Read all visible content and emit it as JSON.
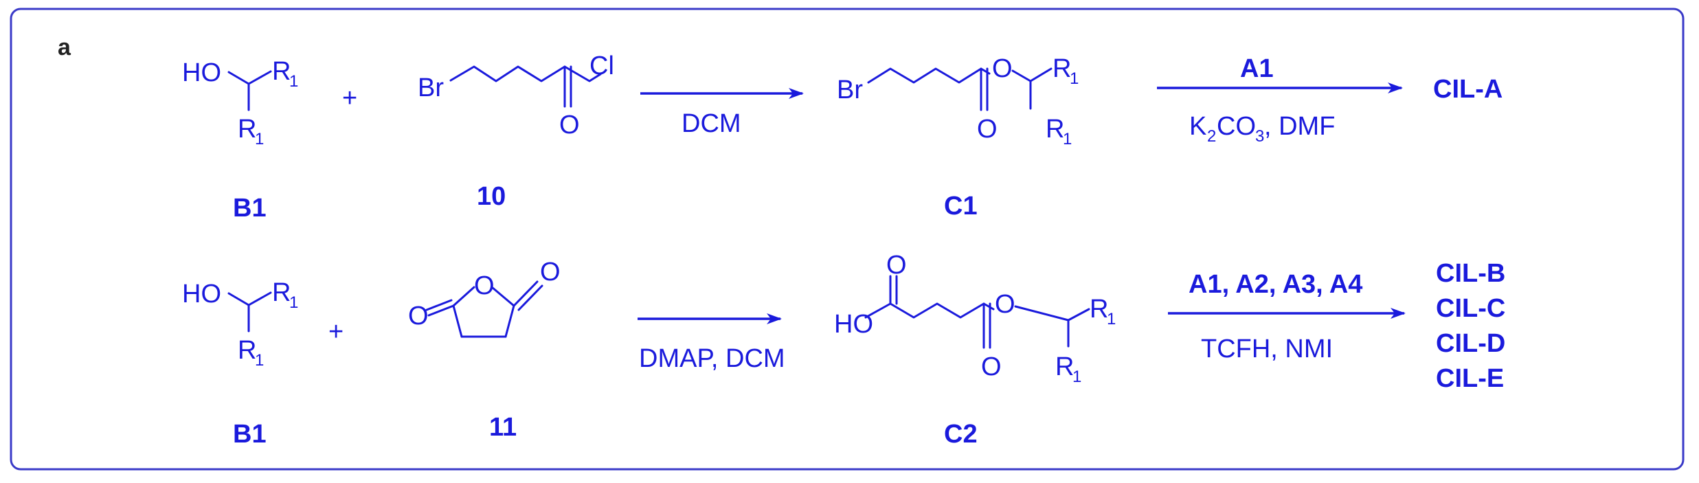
{
  "panel_label": "a",
  "r1": {
    "b1": {
      "ho": "HO",
      "r1a": "R",
      "r1b": "R",
      "sub": "1",
      "label": "B1"
    },
    "plus": "+",
    "c10": {
      "br": "Br",
      "cl": "Cl",
      "o": "O",
      "label": "10"
    },
    "arrow1": {
      "below": "DCM"
    },
    "c1": {
      "br": "Br",
      "o_ester": "O",
      "o_carbonyl": "O",
      "r1a": "R",
      "r1b": "R",
      "sub": "1",
      "label": "C1"
    },
    "arrow2": {
      "above": "A1",
      "below_k": "K",
      "below_k_sub": "2",
      "below_co": "CO",
      "below_co_sub": "3",
      "below_rest": ", DMF"
    },
    "product": "CIL-A"
  },
  "r2": {
    "b1": {
      "ho": "HO",
      "r1a": "R",
      "r1b": "R",
      "sub": "1",
      "label": "B1"
    },
    "plus": "+",
    "c11": {
      "o_ring": "O",
      "o_left": "O",
      "o_right": "O",
      "label": "11"
    },
    "arrow1": {
      "below": "DMAP, DCM"
    },
    "c2": {
      "ho": "HO",
      "o_top": "O",
      "o_ester": "O",
      "o_carbonyl": "O",
      "r1a": "R",
      "r1b": "R",
      "sub": "1",
      "label": "C2"
    },
    "arrow2": {
      "above": "A1, A2, A3, A4",
      "below": "TCFH, NMI"
    },
    "products": [
      "CIL-B",
      "CIL-C",
      "CIL-D",
      "CIL-E"
    ]
  },
  "colors": {
    "ink": "#1a1adc",
    "frame": "#3a3ac8",
    "panel": "#222222"
  }
}
